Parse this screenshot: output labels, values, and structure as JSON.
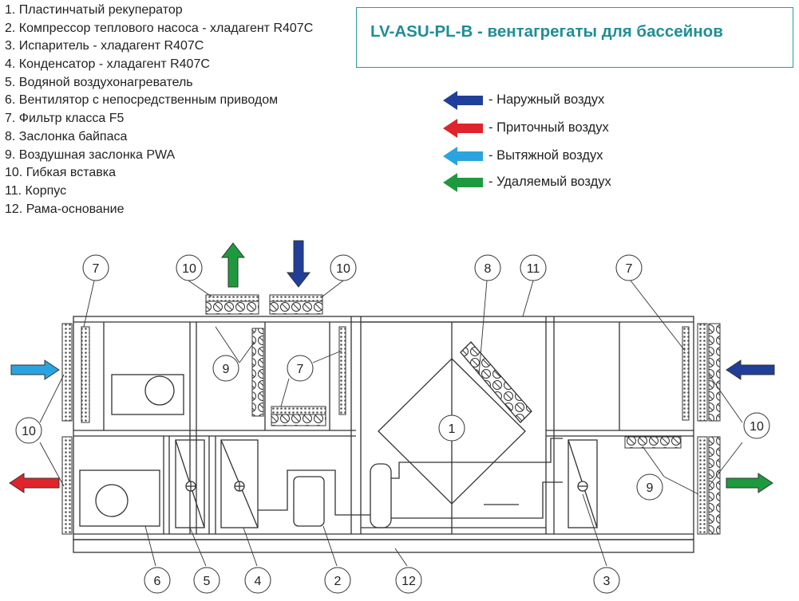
{
  "legend": [
    "1. Пластинчатый рекуператор",
    "2. Компрессор теплового насоса - хладагент R407C",
    "3. Испаритель - хладагент R407C",
    "4. Конденсатор - хладагент R407C",
    "5. Водяной воздухонагреватель",
    "6. Вентилятор с непосредственным приводом",
    "7. Фильтр класса F5",
    "8. Заслонка байпаса",
    "9. Воздушная заслонка PWA",
    "10. Гибкая вставка",
    "11. Корпус",
    "12. Рама-основание"
  ],
  "title": "LV-ASU-PL-B - вентагрегаты для бассейнов",
  "air_flows": [
    {
      "label": "- Наружный воздух",
      "color": "#1f3f9a",
      "icon": "arrow-left-icon"
    },
    {
      "label": "- Приточный воздух",
      "color": "#e0242b",
      "icon": "arrow-left-icon"
    },
    {
      "label": "- Вытяжной воздух",
      "color": "#2aa4e0",
      "icon": "arrow-left-icon"
    },
    {
      "label": "- Удаляемый воздух",
      "color": "#1e9a3e",
      "icon": "arrow-left-icon"
    }
  ],
  "callouts": [
    "7",
    "10",
    "10",
    "8",
    "11",
    "7",
    "9",
    "7",
    "1",
    "10",
    "10",
    "9",
    "6",
    "5",
    "4",
    "2",
    "12",
    "3"
  ]
}
